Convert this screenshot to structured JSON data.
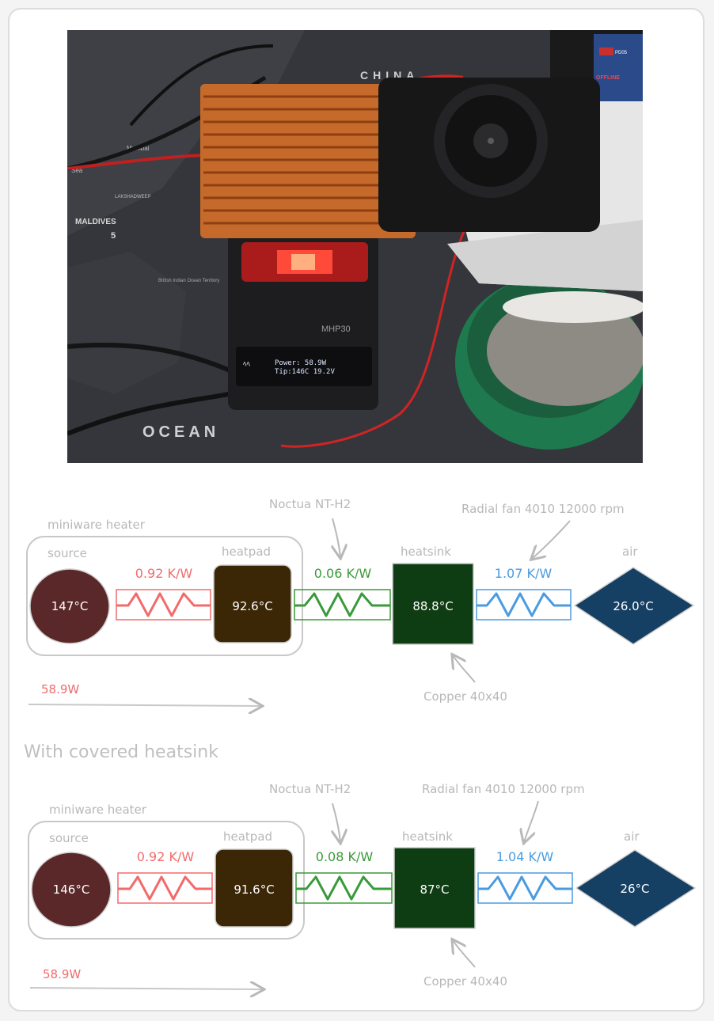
{
  "photo": {
    "device_model": "MHP30",
    "oled_line1": "Power: 58.9W",
    "oled_line2": "Tip:146C 19.2V",
    "map_labels": [
      "CHINA",
      "Mumbai",
      "Sea",
      "LAKSHADWEEP",
      "MALDIVES",
      "5",
      "OCEAN",
      "British Indian Ocean Territory"
    ],
    "monitor_label_1": "PD05",
    "monitor_label_2": "OFFLINE"
  },
  "diagram1": {
    "group_label": "miniware heater",
    "annotation_paste": "Noctua NT-H2",
    "annotation_fan": "Radial fan 4010 12000 rpm",
    "annotation_copper": "Copper 40x40",
    "power": "58.9W",
    "nodes": {
      "source": {
        "label": "source",
        "temp": "147°C"
      },
      "heatpad": {
        "label": "heatpad",
        "temp": "92.6°C"
      },
      "heatsink": {
        "label": "heatsink",
        "temp": "88.8°C"
      },
      "air": {
        "label": "air",
        "temp": "26.0°C"
      }
    },
    "resistors": [
      {
        "value": "0.92 K/W",
        "color": "#f26b6b"
      },
      {
        "value": "0.06 K/W",
        "color": "#3a9a3a"
      },
      {
        "value": "1.07 K/W",
        "color": "#4a9be0"
      }
    ]
  },
  "section2_title": "With covered heatsink",
  "diagram2": {
    "group_label": "miniware heater",
    "annotation_paste": "Noctua NT-H2",
    "annotation_fan": "Radial fan 4010 12000 rpm",
    "annotation_copper": "Copper 40x40",
    "power": "58.9W",
    "nodes": {
      "source": {
        "label": "source",
        "temp": "146°C"
      },
      "heatpad": {
        "label": "heatpad",
        "temp": "91.6°C"
      },
      "heatsink": {
        "label": "heatsink",
        "temp": "87°C"
      },
      "air": {
        "label": "air",
        "temp": "26°C"
      }
    },
    "resistors": [
      {
        "value": "0.92 K/W",
        "color": "#f26b6b"
      },
      {
        "value": "0.08 K/W",
        "color": "#3a9a3a"
      },
      {
        "value": "1.04 K/W",
        "color": "#4a9be0"
      }
    ]
  },
  "colors": {
    "source_fill": "#5a2828",
    "heatpad_fill": "#3b2606",
    "heatsink_fill": "#0f3d13",
    "air_fill": "#153f63",
    "annotation_gray": "#b8b8b8"
  }
}
